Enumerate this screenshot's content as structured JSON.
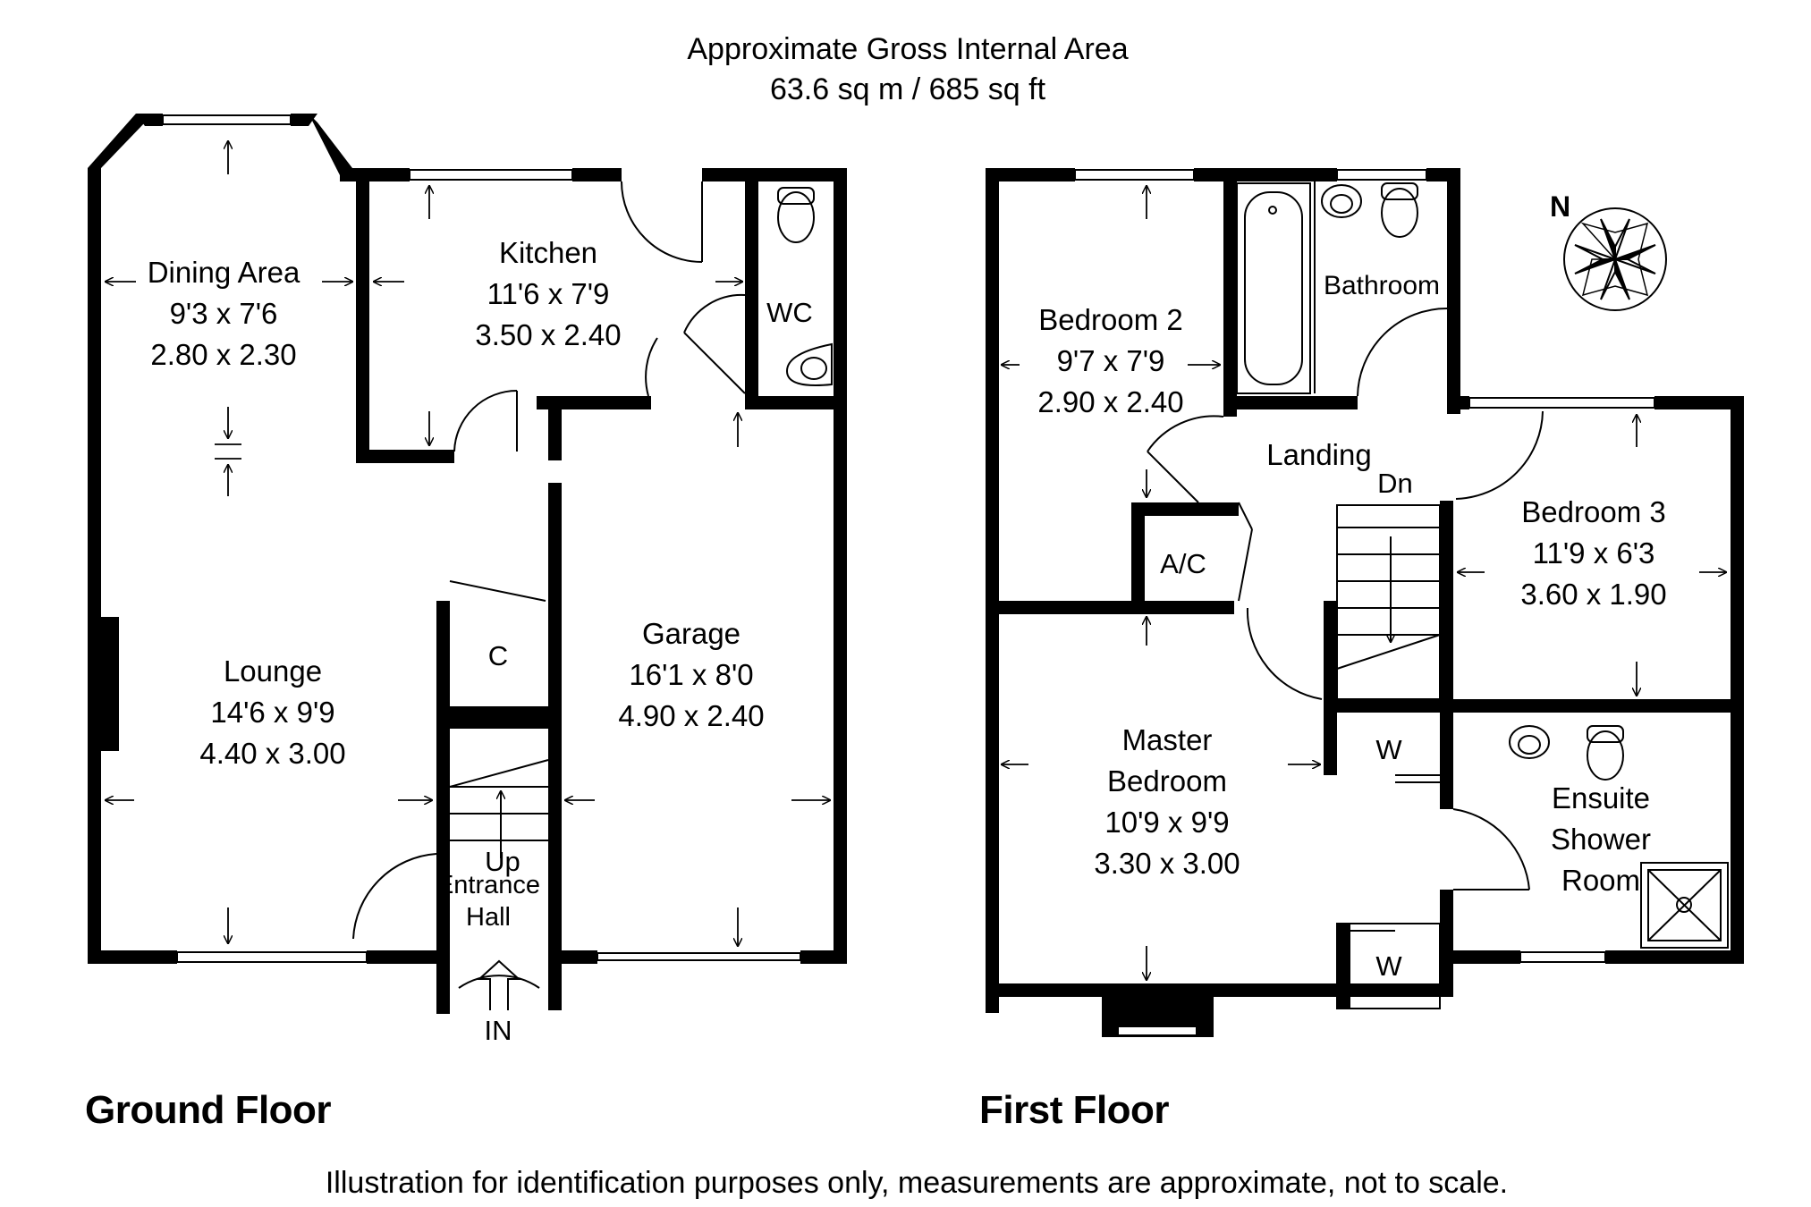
{
  "header": {
    "line1": "Approximate Gross Internal Area",
    "line2": "63.6 sq m / 685 sq ft"
  },
  "compass": {
    "label": "N"
  },
  "ground_floor": {
    "title": "Ground Floor",
    "rooms": {
      "dining": {
        "name": "Dining Area",
        "imperial": "9'3 x 7'6",
        "metric": "2.80 x 2.30"
      },
      "kitchen": {
        "name": "Kitchen",
        "imperial": "11'6 x 7'9",
        "metric": "3.50 x 2.40"
      },
      "lounge": {
        "name": "Lounge",
        "imperial": "14'6 x 9'9",
        "metric": "4.40 x 3.00"
      },
      "garage": {
        "name": "Garage",
        "imperial": "16'1 x 8'0",
        "metric": "4.90 x 2.40"
      },
      "wc": {
        "name": "WC"
      },
      "cupboard": {
        "name": "C"
      },
      "stairs": {
        "name": "Up"
      },
      "hall": {
        "line1": "Entrance",
        "line2": "Hall"
      },
      "entry": {
        "name": "IN"
      }
    }
  },
  "first_floor": {
    "title": "First Floor",
    "rooms": {
      "bedroom2": {
        "name": "Bedroom 2",
        "imperial": "9'7 x 7'9",
        "metric": "2.90 x 2.40"
      },
      "bathroom": {
        "name": "Bathroom"
      },
      "landing": {
        "name": "Landing"
      },
      "stairs": {
        "name": "Dn"
      },
      "ac": {
        "name": "A/C"
      },
      "bedroom3": {
        "name": "Bedroom 3",
        "imperial": "11'9 x 6'3",
        "metric": "3.60 x 1.90"
      },
      "master": {
        "line1": "Master",
        "line2": "Bedroom",
        "imperial": "10'9 x 9'9",
        "metric": "3.30 x 3.00"
      },
      "wardrobe1": {
        "name": "W"
      },
      "wardrobe2": {
        "name": "W"
      },
      "ensuite": {
        "line1": "Ensuite",
        "line2": "Shower",
        "line3": "Room"
      }
    }
  },
  "footer": {
    "disclaimer": "Illustration for identification purposes only, measurements are approximate, not to scale."
  }
}
